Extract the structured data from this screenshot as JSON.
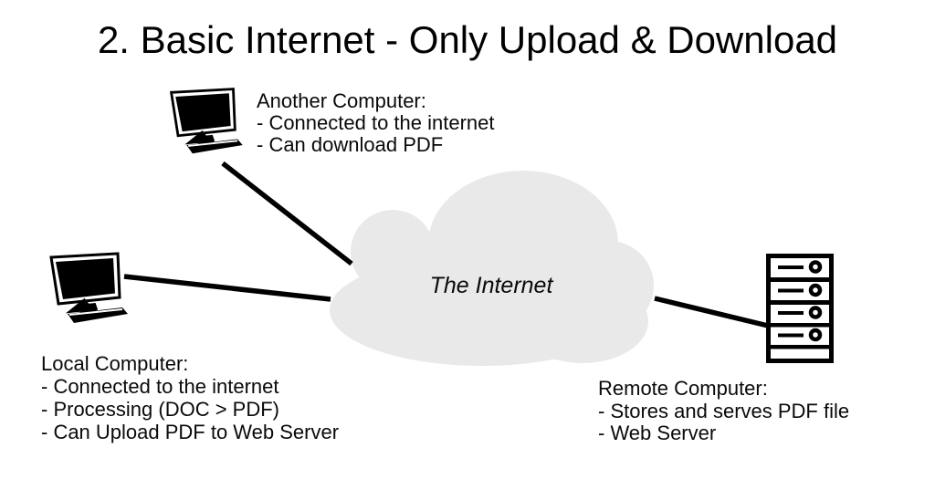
{
  "title": "2. Basic Internet - Only Upload & Download",
  "cloud": {
    "label": "The Internet",
    "icon": "cloud-shape",
    "fill": "#e9e9e9"
  },
  "nodes": {
    "another_computer": {
      "heading": "Another Computer:",
      "lines": [
        "- Connected to the internet",
        "- Can download PDF"
      ],
      "icon": "monitor-icon"
    },
    "local_computer": {
      "heading": "Local Computer:",
      "lines": [
        "- Connected to the internet",
        "- Processing (DOC > PDF)",
        "- Can Upload PDF to Web Server"
      ],
      "icon": "monitor-icon"
    },
    "remote_computer": {
      "heading": "Remote Computer:",
      "lines": [
        "- Stores and serves PDF file",
        "- Web Server"
      ],
      "icon": "server-rack-icon"
    }
  },
  "connections": [
    {
      "from": "another_computer",
      "to": "internet"
    },
    {
      "from": "local_computer",
      "to": "internet"
    },
    {
      "from": "internet",
      "to": "remote_computer"
    }
  ],
  "colors": {
    "background": "#ffffff",
    "ink": "#000000",
    "cloud_fill": "#e9e9e9"
  }
}
